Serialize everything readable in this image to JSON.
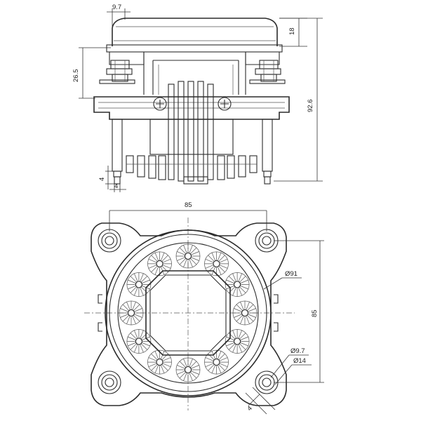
{
  "dimensions": {
    "top_offset": "9.7",
    "lens_height": "18",
    "overall_height": "92.6",
    "flange_height": "26.5",
    "pin_height": "4",
    "pin_width": "4",
    "width_front": "85",
    "height_front": "85",
    "diameter_outer": "Ø91",
    "diameter_hole": "Ø9.7",
    "diameter_boss": "Ø14",
    "tab_width": "4"
  }
}
